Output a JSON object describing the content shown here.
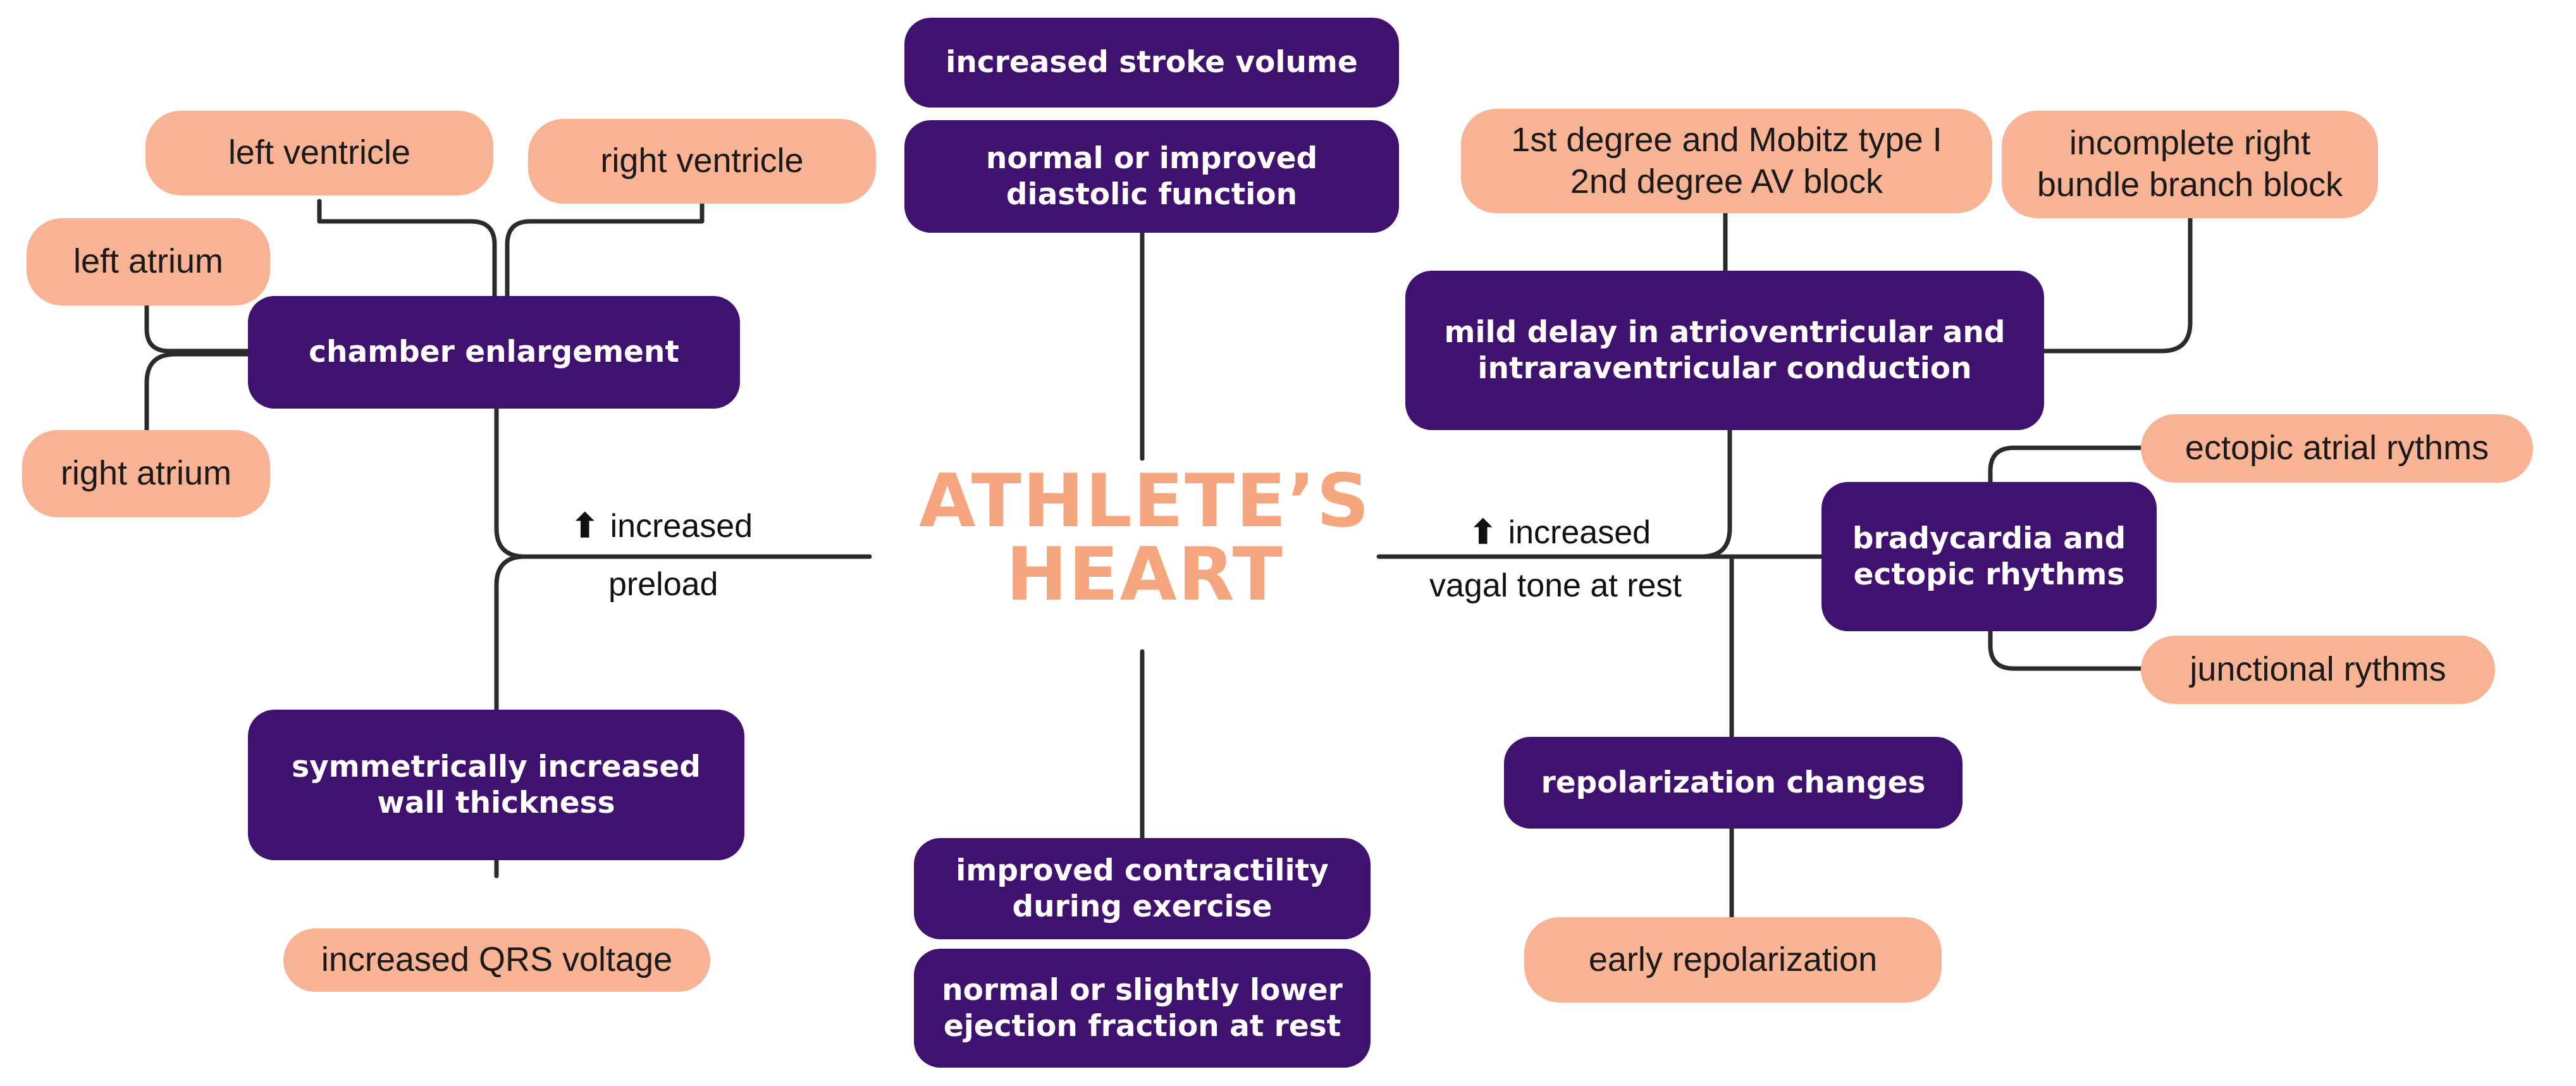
{
  "center": {
    "line1": "ATHLETE’S",
    "line2": "HEART"
  },
  "edges": {
    "left": {
      "arrow": "⬆",
      "line1": "increased",
      "line2": "preload"
    },
    "right": {
      "arrow": "⬆",
      "line1": "increased",
      "line2": "vagal tone at rest"
    }
  },
  "nodes": {
    "stroke_volume": "increased stroke volume",
    "diastolic": [
      "normal or improved",
      "diastolic function"
    ],
    "contractility": [
      "improved contractility",
      "during exercise"
    ],
    "ejection": [
      "normal or slightly lower",
      "ejection fraction at rest"
    ],
    "chamber": "chamber enlargement",
    "left_ventricle": "left ventricle",
    "right_ventricle": "right ventricle",
    "left_atrium": "left atrium",
    "right_atrium": "right atrium",
    "wall_thickness": [
      "symmetrically increased",
      "wall thickness"
    ],
    "qrs": "increased QRS voltage",
    "conduction": [
      "mild delay in atrioventricular and",
      "intraraventricular conduction"
    ],
    "av_block": [
      "1st degree and Mobitz type I",
      "2nd degree AV block"
    ],
    "rbbb": [
      "incomplete right",
      "bundle branch block"
    ],
    "brady": [
      "bradycardia and",
      "ectopic rhythms"
    ],
    "ectopic_atrial": "ectopic atrial rythms",
    "junctional": "junctional rythms",
    "repolarization": "repolarization changes",
    "early_repol": "early repolarization"
  },
  "colors": {
    "dark_node": "#3f1270",
    "light_node": "#f8b394",
    "title": "#f6a67f",
    "connector": "#2b2b2b"
  }
}
